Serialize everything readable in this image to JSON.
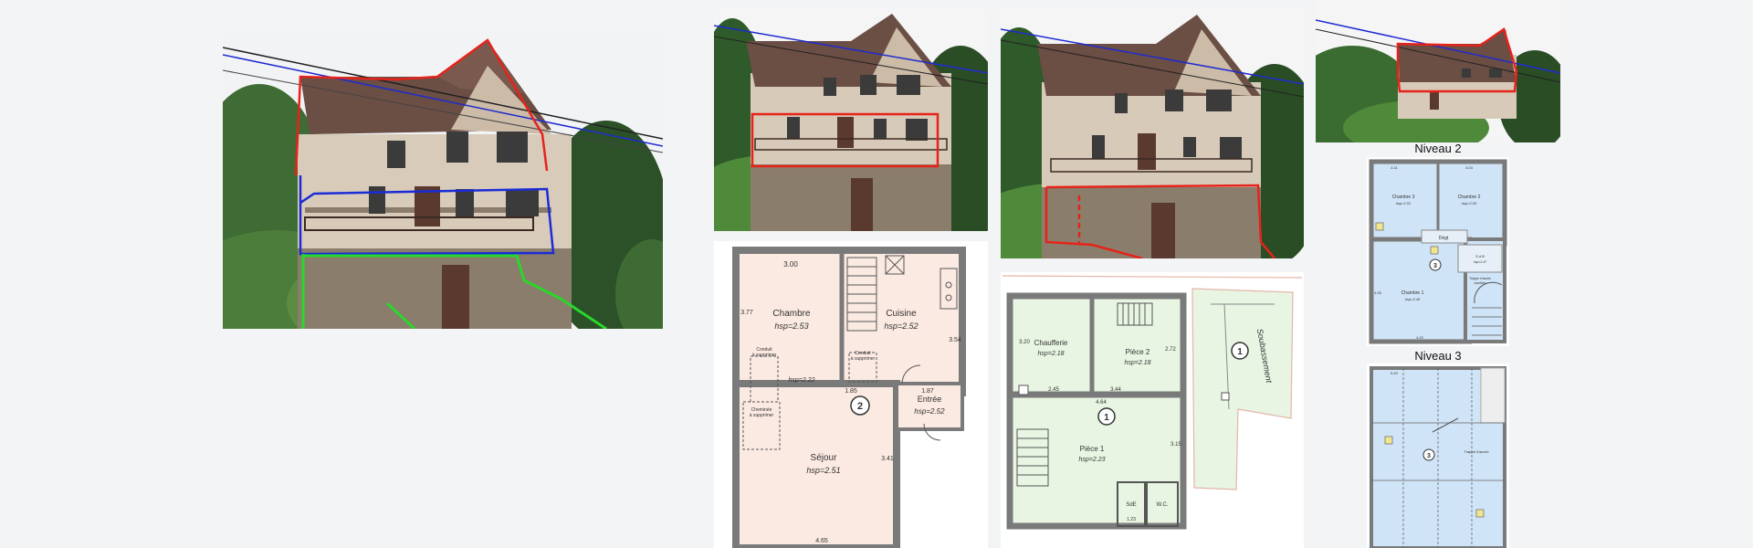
{
  "photos": {
    "main": "house-photo-main",
    "p2": "house-photo-level2",
    "p3": "house-photo-level1",
    "p4": "house-photo-roof"
  },
  "plan_level2": {
    "badge": "2",
    "rooms": {
      "chambre": "Chambre",
      "chambre_hsp": "hsp=2.53",
      "cuisine": "Cuisine",
      "cuisine_hsp": "hsp=2.52",
      "sejour": "Séjour",
      "sejour_hsp": "hsp=2.51",
      "entree": "Entrée",
      "entree_hsp": "hsp=2.52",
      "conduit_a": "Conduit",
      "conduit_a2": "à supprimer",
      "conduit_b": "Conduit",
      "conduit_b2": "à supprimer",
      "cheminee": "Cheminée",
      "cheminee2": "à supprimer"
    },
    "dims": {
      "d300": "3.00",
      "d377": "3.77",
      "d185": "1.85",
      "d187": "1.87",
      "d354": "3.54",
      "d341": "3.41",
      "d465": "4.65",
      "d222": "hsp=2.22"
    }
  },
  "plan_level1": {
    "badge_a": "1",
    "badge_b": "1",
    "rooms": {
      "chaufferie": "Chaufferie",
      "chaufferie_hsp": "hsp=2.18",
      "piece2": "Pièce 2",
      "piece2_hsp": "hsp=2.18",
      "piece1": "Pièce 1",
      "piece1_hsp": "hsp=2.23",
      "soubassement": "Soubassement",
      "sde": "SdE",
      "wc": "W.C."
    },
    "dims": {
      "d320": "3.20",
      "d245": "2.45",
      "d344": "3.44",
      "d464": "4.64",
      "d315": "3.15",
      "d123": "1.23",
      "d272": "2.72"
    }
  },
  "level2_title": "Niveau 2",
  "level3_title": "Niveau 3",
  "plan_level3a": {
    "badge": "3",
    "rooms": {
      "chambre3": "Chambre 3",
      "chambre3_hsp": "hsp=2.51",
      "chambre2": "Chambre 2",
      "chambre2_hsp": "hsp=2.53",
      "chambre1": "Chambre 1",
      "chambre1_hsp": "hsp=2.49",
      "dgt": "Dégt",
      "sdb": "S.d.B",
      "sdb_hsp": "hsp=2.47",
      "trappe": "Trappe d'accès",
      "trappe2": "combles"
    },
    "dims": {
      "d331": "3.31",
      "d303": "3.03",
      "d405": "4.05",
      "d420": "4.20"
    }
  },
  "plan_level3b": {
    "badge": "3",
    "trappe": "Trappe d'accès",
    "dims": {
      "d549": "5.49"
    }
  }
}
